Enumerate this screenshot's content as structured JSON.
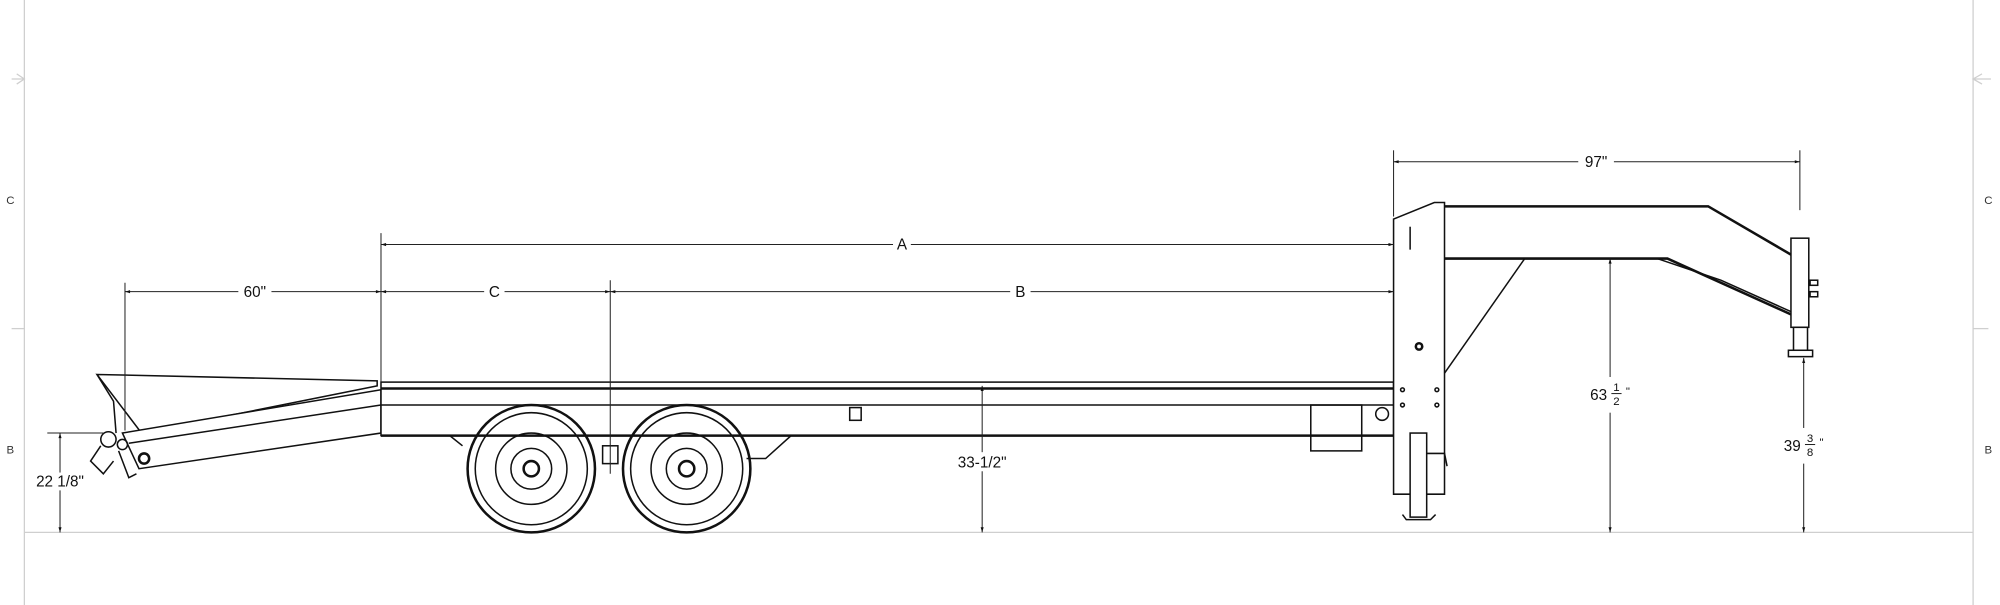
{
  "drawing": {
    "zones": {
      "left_upper": "C",
      "left_lower": "B",
      "right_upper": "C",
      "right_lower": "B"
    },
    "dimensions": {
      "overall_deck": "A",
      "deck_to_axle": "B",
      "rear_to_axle": "C",
      "dovetail_length": "60\"",
      "gooseneck_length": "97\"",
      "dovetail_height": "22 1/8\"",
      "deck_height": "33-1/2\"",
      "gooseneck_clearance": {
        "whole": "63",
        "num": "1",
        "den": "2",
        "unit": "\""
      },
      "coupler_height": {
        "whole": "39",
        "num": "3",
        "den": "8",
        "unit": "\""
      }
    }
  }
}
